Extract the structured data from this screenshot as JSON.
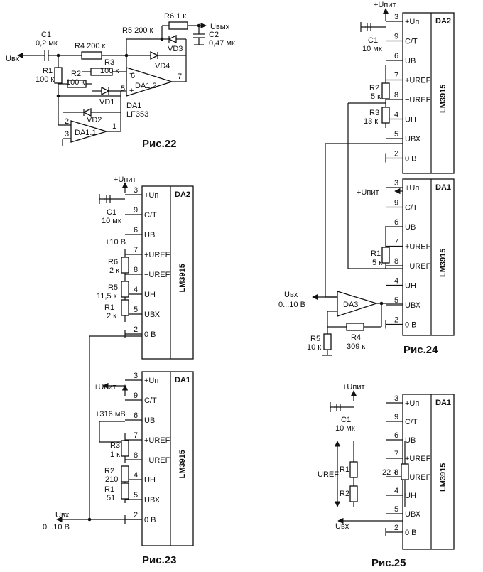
{
  "fig22": {
    "caption": "Рис.22",
    "c1": "C1",
    "c1_val": "0,2 мк",
    "r4": "R4 200 к",
    "r3": "R3",
    "r3_val": "100 к",
    "r2": "R2",
    "r2_val": "100 к",
    "r1": "R1",
    "r1_val": "100 к",
    "r5": "R5 200 к",
    "r6": "R6 1 к",
    "c2": "C2",
    "c2_val": "0,47 мк",
    "uin": "Uвх",
    "uout": "Uвых",
    "vd1": "VD1",
    "vd2": "VD2",
    "vd3": "VD3",
    "vd4": "VD4",
    "da11": "DA1.1",
    "da12": "DA1.2",
    "da1": "DA1",
    "lf353": "LF353",
    "pins": [
      "2",
      "3",
      "1",
      "6",
      "5",
      "7"
    ]
  },
  "fig23": {
    "caption": "Рис.23",
    "upit1": "+Uпит",
    "upit2": "+Uпит",
    "c1": "C1",
    "c1_val": "10 мк",
    "plus10": "+10 В",
    "plus316": "+316 мВ",
    "r6": "R6",
    "r6_val": "2 к",
    "r5": "R5",
    "r5_val": "11,5 к",
    "r1": "R1",
    "r1_val": "2 к",
    "r3": "R3",
    "r3_val": "1 к",
    "r2": "R2",
    "r2_val": "210",
    "r1b": "R1",
    "r1b_val": "51",
    "uin": "Uвх",
    "range": "0 ..10 В",
    "da2": "DA2",
    "da1": "DA1",
    "chip": "LM3915"
  },
  "fig24": {
    "caption": "Рис.24",
    "upit1": "+Uпит",
    "upit2": "+Uпит",
    "c1": "C1",
    "c1_val": "10 мк",
    "r2": "R2",
    "r2_val": "5 к",
    "r3": "R3",
    "r3_val": "13 к",
    "r1": "R1",
    "r1_val": "5 к",
    "r5": "R5",
    "r5_val": "10 к",
    "r4": "R4",
    "r4_val": "309 к",
    "da3": "DA3",
    "uin": "Uвх",
    "range": "0...10 В",
    "da2": "DA2",
    "da1": "DA1",
    "chip": "LM3915"
  },
  "fig25": {
    "caption": "Рис.25",
    "upit": "+Uпит",
    "c1": "C1",
    "c1_val": "10 мк",
    "r1": "R1",
    "r2": "R2",
    "r22": "22 к",
    "uref": "UREF",
    "uin": "Uвх",
    "da1": "DA1",
    "chip": "LM3915"
  },
  "chip_pins": [
    {
      "num": "3",
      "name": "+Uп"
    },
    {
      "num": "9",
      "name": "С/Т"
    },
    {
      "num": "6",
      "name": "UВ"
    },
    {
      "num": "7",
      "name": "+UREF"
    },
    {
      "num": "8",
      "name": "−UREF"
    },
    {
      "num": "4",
      "name": "UН"
    },
    {
      "num": "5",
      "name": "UВХ"
    },
    {
      "num": "2",
      "name": "0 В"
    }
  ]
}
